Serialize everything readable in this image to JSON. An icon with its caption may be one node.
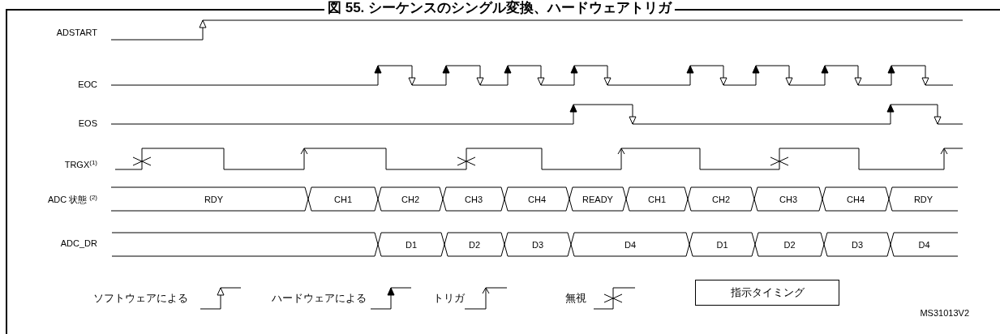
{
  "diagram": {
    "title": "図 55. シーケンスのシングル変換、ハードウェアトリガ",
    "nodes": [
      {
        "text": [
          "指示タイミング"
        ]
      }
    ],
    "labels": [
      "ADSTART",
      "EOC",
      "EOS",
      "TRGX$^{(1)}$",
      "ADC 状態 $^{(2)}$",
      "RDY",
      "CH1",
      "CH2",
      "CH3",
      "CH4",
      "READY",
      "CH1",
      "CH2",
      "CH3",
      "CH4",
      "RDY",
      "ADC_DR",
      "D1",
      "D2",
      "D3",
      "D4",
      "D1",
      "D2",
      "D3",
      "D4",
      "MS31013V2"
    ],
    "legend": [
      {
        "text": "ソフトウェアによる"
      },
      {
        "text": "ハードウェアによる"
      },
      {
        "text": "トリガ"
      },
      {
        "text": "無視"
      }
    ]
  }
}
